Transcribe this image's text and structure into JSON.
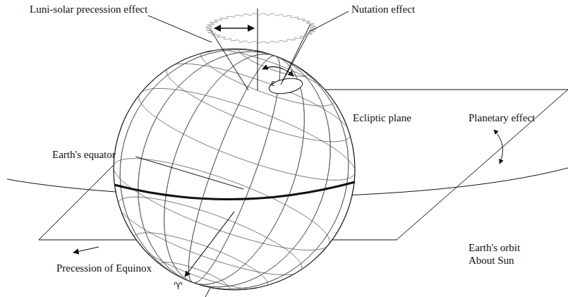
{
  "diagram": {
    "labels": [
      "Luni-solar precession effect",
      "Nutation effect",
      "ϵ",
      "Ecliptic plane",
      "Earth's equator",
      "Planetary effect",
      "Earth's orbit About Sun",
      "Precession of Equinox",
      "♈"
    ]
  }
}
